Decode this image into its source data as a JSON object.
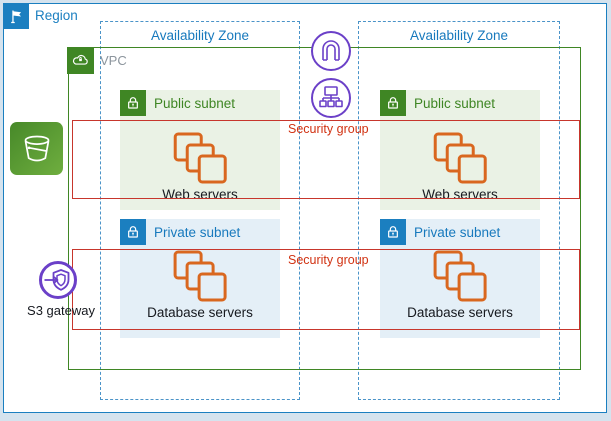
{
  "colors": {
    "region_blue": "#1b7fc0",
    "az_dash_blue": "#4a93c8",
    "vpc_green": "#3f8624",
    "security_group_red": "#c7362c",
    "security_group_text_red": "#d13212",
    "instance_orange": "#d9671f",
    "gateway_purple": "#6b40c8",
    "vpc_label_gray": "#8c959d",
    "public_subnet_fill": "#eaf2e5",
    "private_subnet_fill": "#e4eff7",
    "page_background": "#d5e3ee"
  },
  "region": {
    "label": "Region",
    "icon": "flag-icon"
  },
  "availability_zones": [
    {
      "label": "Availability Zone"
    },
    {
      "label": "Availability Zone"
    }
  ],
  "vpc": {
    "label": "VPC",
    "icon": "cloud-lock-icon"
  },
  "security_groups": [
    {
      "label": "Security group"
    },
    {
      "label": "Security group"
    }
  ],
  "subnets": [
    {
      "zone": 0,
      "type": "public",
      "label": "Public subnet",
      "icon": "lock-icon",
      "servers": {
        "label": "Web servers",
        "icon": "instances-icon"
      }
    },
    {
      "zone": 0,
      "type": "private",
      "label": "Private subnet",
      "icon": "lock-icon",
      "servers": {
        "label": "Database servers",
        "icon": "instances-icon"
      }
    },
    {
      "zone": 1,
      "type": "public",
      "label": "Public subnet",
      "icon": "lock-icon",
      "servers": {
        "label": "Web servers",
        "icon": "instances-icon"
      }
    },
    {
      "zone": 1,
      "type": "private",
      "label": "Private subnet",
      "icon": "lock-icon",
      "servers": {
        "label": "Database servers",
        "icon": "instances-icon"
      }
    }
  ],
  "gateways": {
    "internet_gateway": {
      "icon": "internet-gateway-icon"
    },
    "load_balancer": {
      "icon": "load-balancer-icon"
    },
    "s3_bucket": {
      "icon": "s3-bucket-icon"
    },
    "s3_gateway": {
      "label": "S3 gateway",
      "icon": "s3-gateway-endpoint-icon"
    }
  }
}
